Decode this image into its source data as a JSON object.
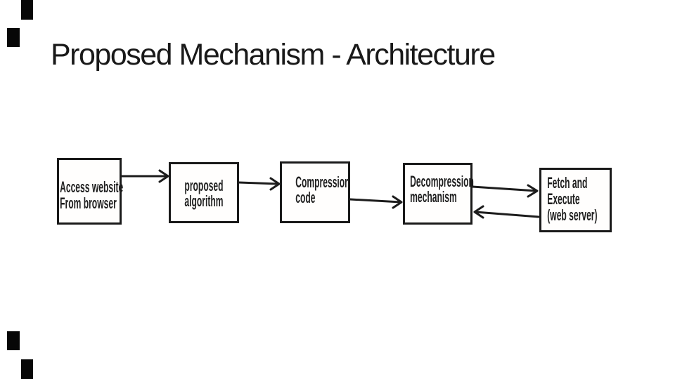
{
  "slide": {
    "title": "Proposed Mechanism - Architecture",
    "background_color": "#ffffff",
    "title_color": "#191919"
  },
  "diagram": {
    "type": "flowchart",
    "box_border_color": "#1a1a1a",
    "text_color": "#1f1f1f",
    "arrow_color": "#1c1c1c",
    "boxes": [
      {
        "id": "access-website",
        "lines": [
          "Access website",
          "From browser"
        ]
      },
      {
        "id": "proposed-algorithm",
        "lines": [
          "proposed",
          "algorithm"
        ]
      },
      {
        "id": "compression-code",
        "lines": [
          "Compression",
          "code"
        ]
      },
      {
        "id": "decompression-mechanism",
        "lines": [
          "Decompression",
          "mechanism"
        ]
      },
      {
        "id": "fetch-execute",
        "lines": [
          "Fetch and",
          "Execute",
          "(web server)"
        ]
      }
    ],
    "connections": [
      {
        "from": "access-website",
        "to": "proposed-algorithm",
        "direction": "right"
      },
      {
        "from": "proposed-algorithm",
        "to": "compression-code",
        "direction": "right"
      },
      {
        "from": "compression-code",
        "to": "decompression-mechanism",
        "direction": "right"
      },
      {
        "from": "decompression-mechanism",
        "to": "fetch-execute",
        "direction": "right"
      },
      {
        "from": "fetch-execute",
        "to": "decompression-mechanism",
        "direction": "left"
      }
    ]
  },
  "decorations": {
    "corner_mark_color": "#070707"
  }
}
